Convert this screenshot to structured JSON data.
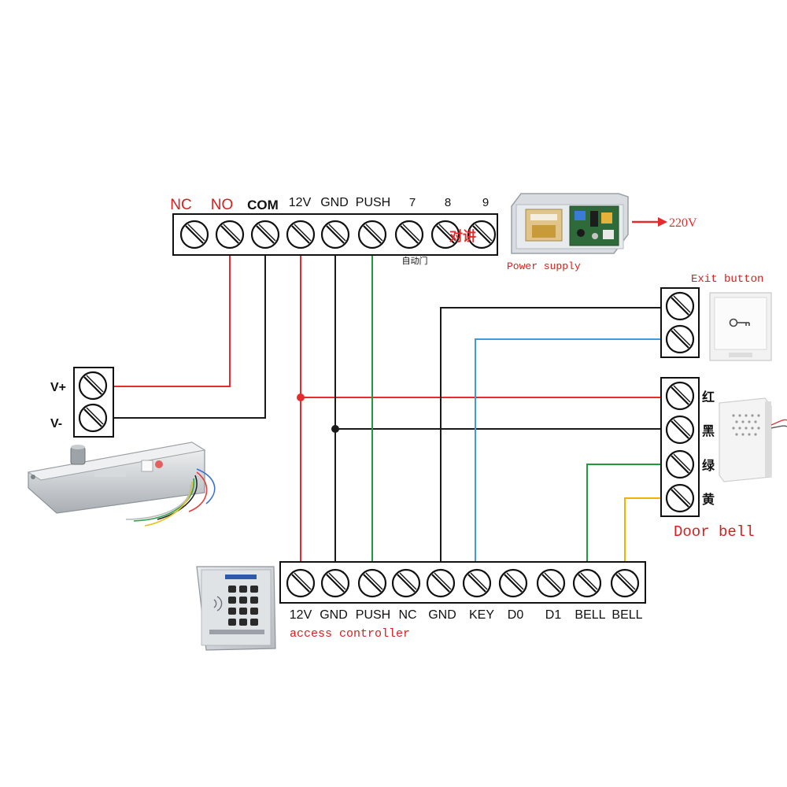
{
  "power_supply": {
    "terminal_labels": [
      "NC",
      "NO",
      "COM",
      "12V",
      "GND",
      "PUSH",
      "7",
      "8",
      "9"
    ],
    "intercom_label": "对讲",
    "auto_door_label": "自动门",
    "caption": "Power supply",
    "voltage": "220V"
  },
  "lock": {
    "terminal_labels": [
      "V+",
      "V-"
    ]
  },
  "exit_button": {
    "caption": "Exit button"
  },
  "door_bell": {
    "wire_labels": [
      "红",
      "黑",
      "绿",
      "黄"
    ],
    "caption": "Door bell"
  },
  "access_controller": {
    "terminal_labels": [
      "12V",
      "GND",
      "PUSH",
      "NC",
      "GND",
      "KEY",
      "D0",
      "D1",
      "BELL",
      "BELL"
    ],
    "caption": "access controller"
  },
  "colors": {
    "red_wire": "#e52b2b",
    "black_wire": "#1a1a1a",
    "green_wire": "#1f9a3c",
    "blue_wire": "#3d9be0",
    "yellow_wire": "#f0b400",
    "red_label": "#d42020"
  }
}
